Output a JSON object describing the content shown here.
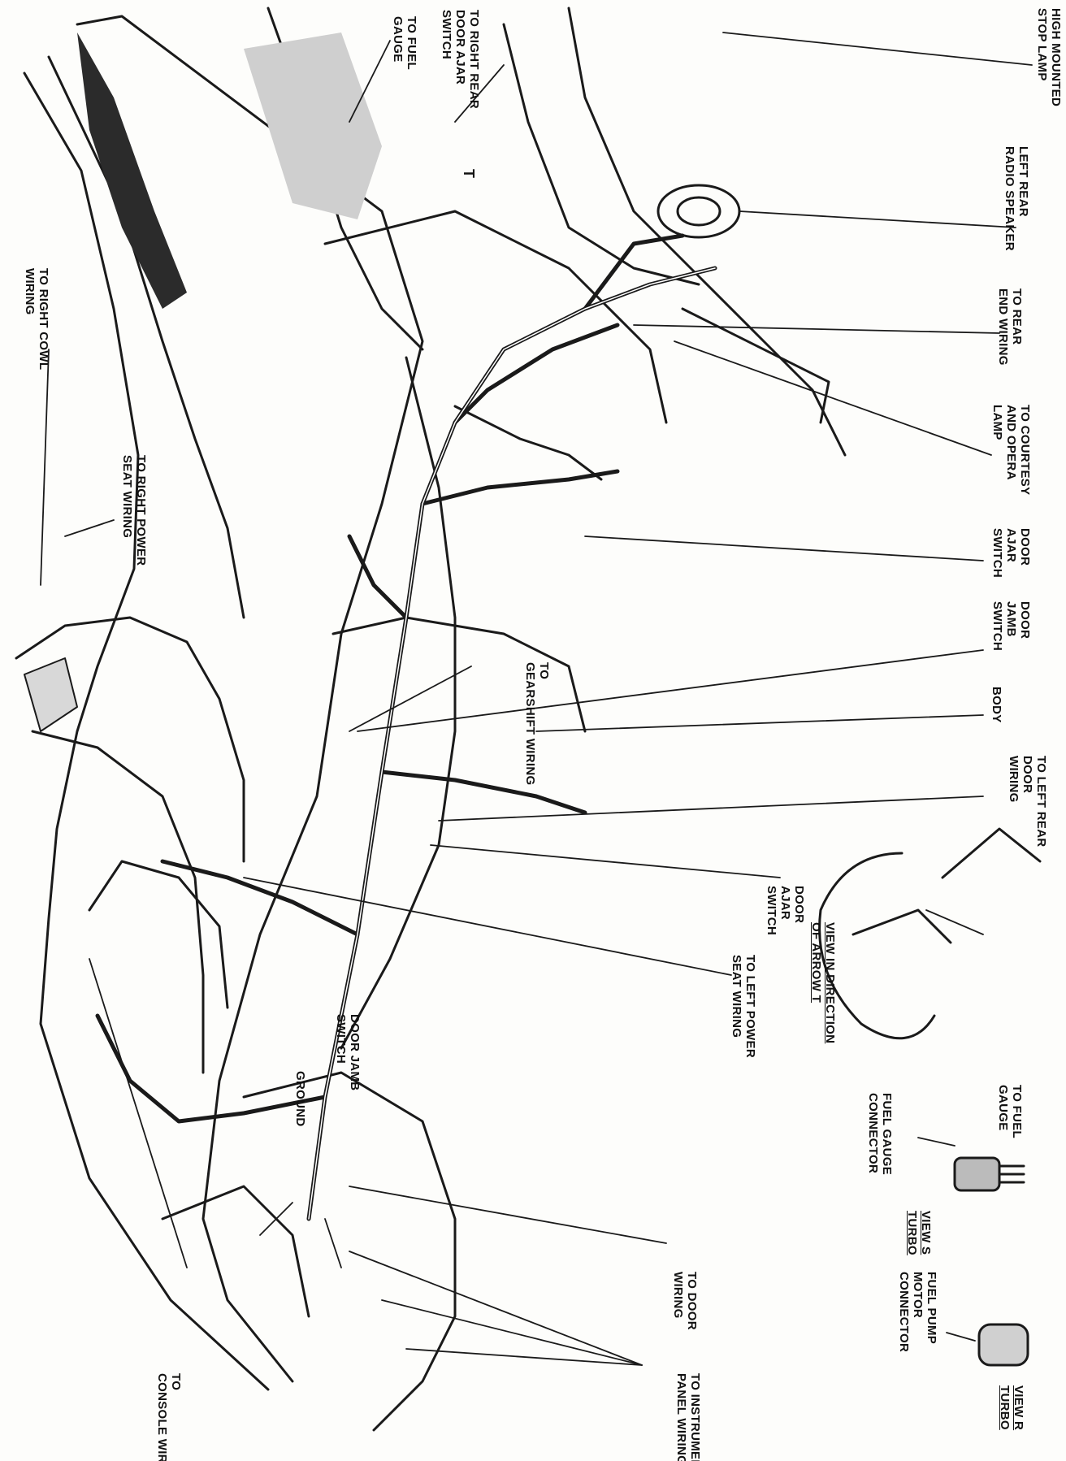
{
  "labels": [
    {
      "line1": "HIGH MOUNTED",
      "line2": "STOP LAMP"
    },
    {
      "line1": "LEFT REAR",
      "line2": "RADIO SPEAKER"
    },
    {
      "line1": "TO REAR",
      "line2": "END WIRING"
    },
    {
      "line1": "TO COURTESY",
      "line2": "AND OPERA",
      "line3": "LAMP"
    },
    {
      "line1": "DOOR",
      "line2": "AJAR",
      "line3": "SWITCH"
    },
    {
      "line1": "DOOR",
      "line2": "JAMB",
      "line3": "SWITCH"
    },
    {
      "line1": "BODY",
      "line2": ""
    },
    {
      "line1": "TO LEFT REAR",
      "line2": "DOOR",
      "line3": "WIRING"
    },
    {
      "line1": "DOOR",
      "line2": "AJAR",
      "line3": "SWITCH"
    },
    {
      "line1": "VIEW IN DIRECTION",
      "line2": "OF ARROW T"
    },
    {
      "line1": "TO LEFT POWER",
      "line2": "SEAT WIRING"
    },
    {
      "line1": "TO FUEL",
      "line2": "GAUGE"
    },
    {
      "line1": "FUEL GAUGE",
      "line2": "CONNECTOR"
    },
    {
      "line1": "VIEW S",
      "line2": "TURBO"
    },
    {
      "line1": "FUEL PUMP",
      "line2": "MOTOR",
      "line3": "CONNECTOR"
    },
    {
      "line1": "VIEW R",
      "line2": "TURBO"
    },
    {
      "line1": "TO DOOR",
      "line2": "WIRING"
    },
    {
      "line1": "TO INSTRUMENT",
      "line2": "PANEL WIRING"
    },
    {
      "line1": "DOOR JAMB",
      "line2": "SWITCH"
    },
    {
      "line1": "GROUND"
    },
    {
      "line1": "TO",
      "line2": "CONSOLE WIRING"
    },
    {
      "line1": "TO",
      "line2": "GEARSHIFT WIRING"
    },
    {
      "line1": "TO RIGHT POWER",
      "line2": "SEAT WIRING"
    },
    {
      "line1": "TO RIGHT COWL",
      "line2": "WIRING"
    },
    {
      "line1": "TO RIGHT REAR",
      "line2": "DOOR AJAR",
      "line3": "SWITCH"
    },
    {
      "line1": "TO FUEL",
      "line2": "GAUGE"
    }
  ],
  "markers": {
    "arrow_t": "T"
  }
}
